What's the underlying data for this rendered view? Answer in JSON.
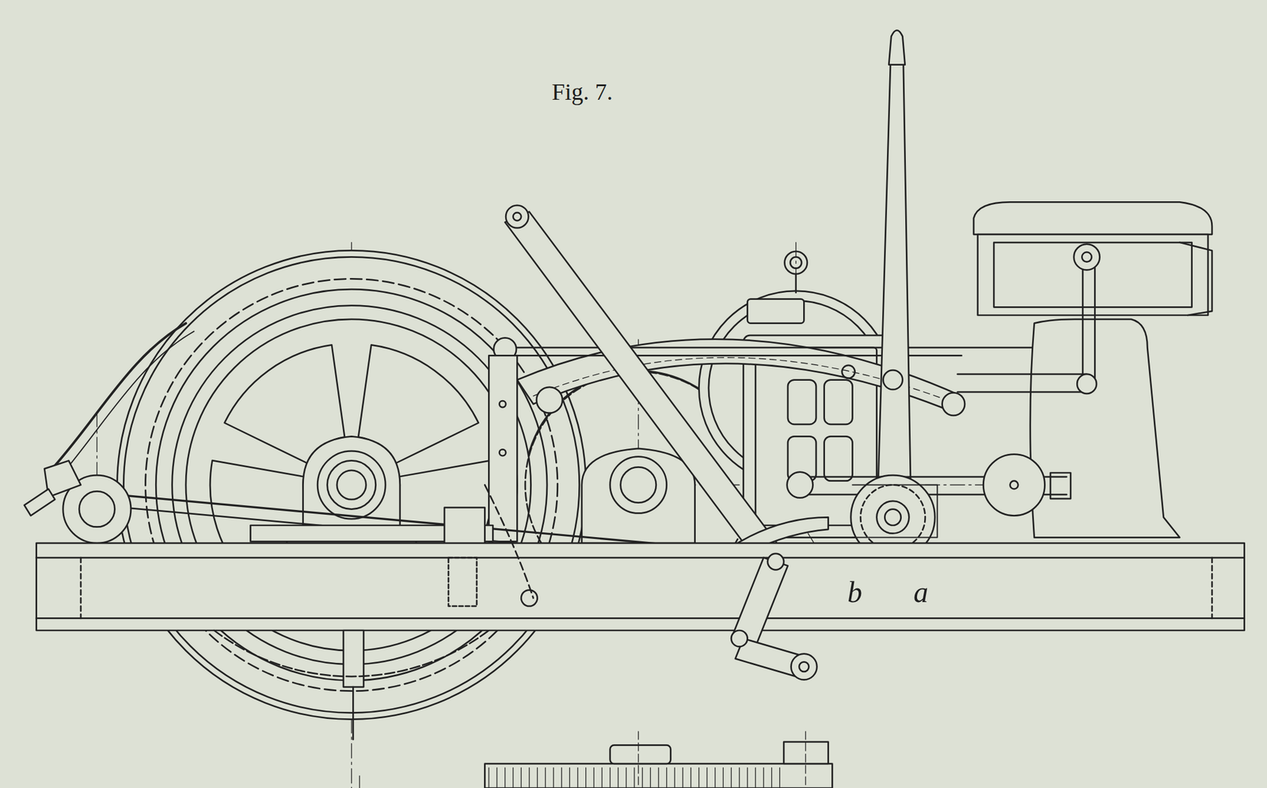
{
  "diagram": {
    "title": "Fig. 7.",
    "labels": [
      "b",
      "a"
    ]
  }
}
